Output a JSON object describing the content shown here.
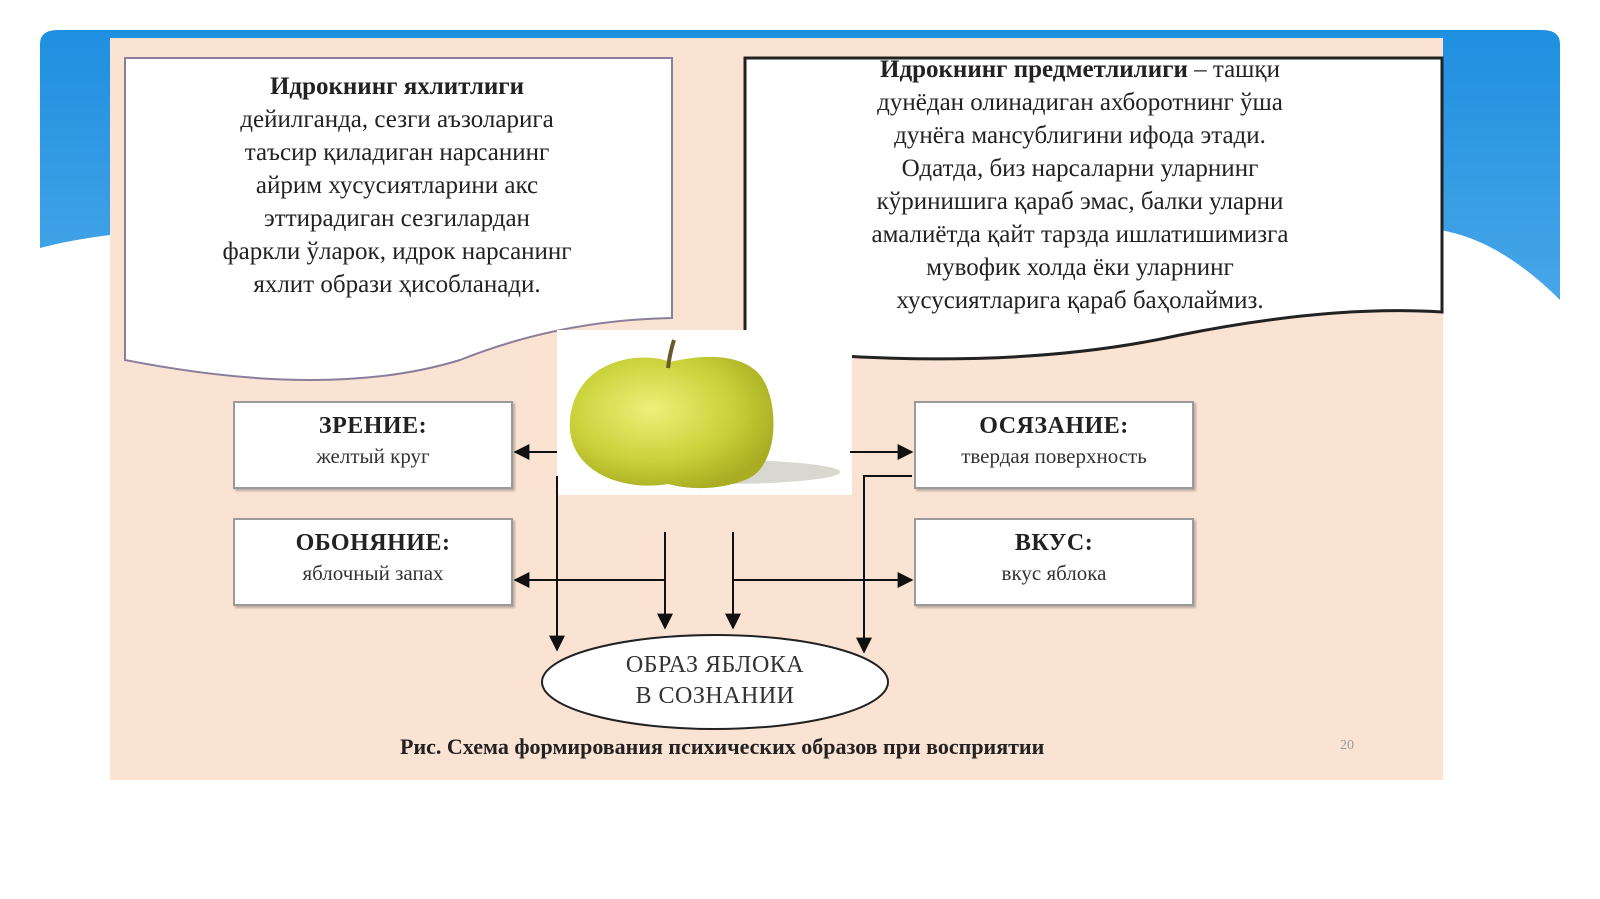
{
  "left_note": {
    "lines": [
      "Идрокнинг яхлитлиги",
      "дейилганда, сезги аъзоларига",
      "таъсир қиладиган нарсанинг",
      "айрим хусусиятларини акс",
      "эттирадиган сезгилардан",
      "фаркли ўларок, идрок нарсанинг",
      "яхлит образи ҳисобланади."
    ]
  },
  "right_note": {
    "term": "Идрокнинг предметлилиги",
    "lines": [
      "– ташқи",
      "дунёдан олинадиган ахборотнинг ўша",
      "дунёга мансублигини ифода этади.",
      "Одатда, биз нарсаларни уларнинг",
      "кўринишига қараб эмас, балки уларни",
      "амалиётда қайт тарзда ишлатишимизга",
      "мувофик холда ёки уларнинг",
      "хусусиятларига қараб баҳолаймиз."
    ]
  },
  "boxes": {
    "vision": {
      "title": "ЗРЕНИЕ:",
      "desc": "желтый круг"
    },
    "touch": {
      "title": "ОСЯЗАНИЕ:",
      "desc": "твердая поверхность"
    },
    "smell": {
      "title": "ОБОНЯНИЕ:",
      "desc": "яблочный запах"
    },
    "taste": {
      "title": "ВКУС:",
      "desc": "вкус яблока"
    }
  },
  "result": {
    "line1": "ОБРАЗ ЯБЛОКА",
    "line2": "В СОЗНАНИИ"
  },
  "caption": "Рис. Схема формирования психических образов при восприятии",
  "page_number": "20",
  "colors": {
    "background_blue": "#3aa0e6",
    "slide_fill": "#fbe3d4",
    "apple": "#c9d23a"
  },
  "icons": {
    "apple": "apple-illustration"
  }
}
